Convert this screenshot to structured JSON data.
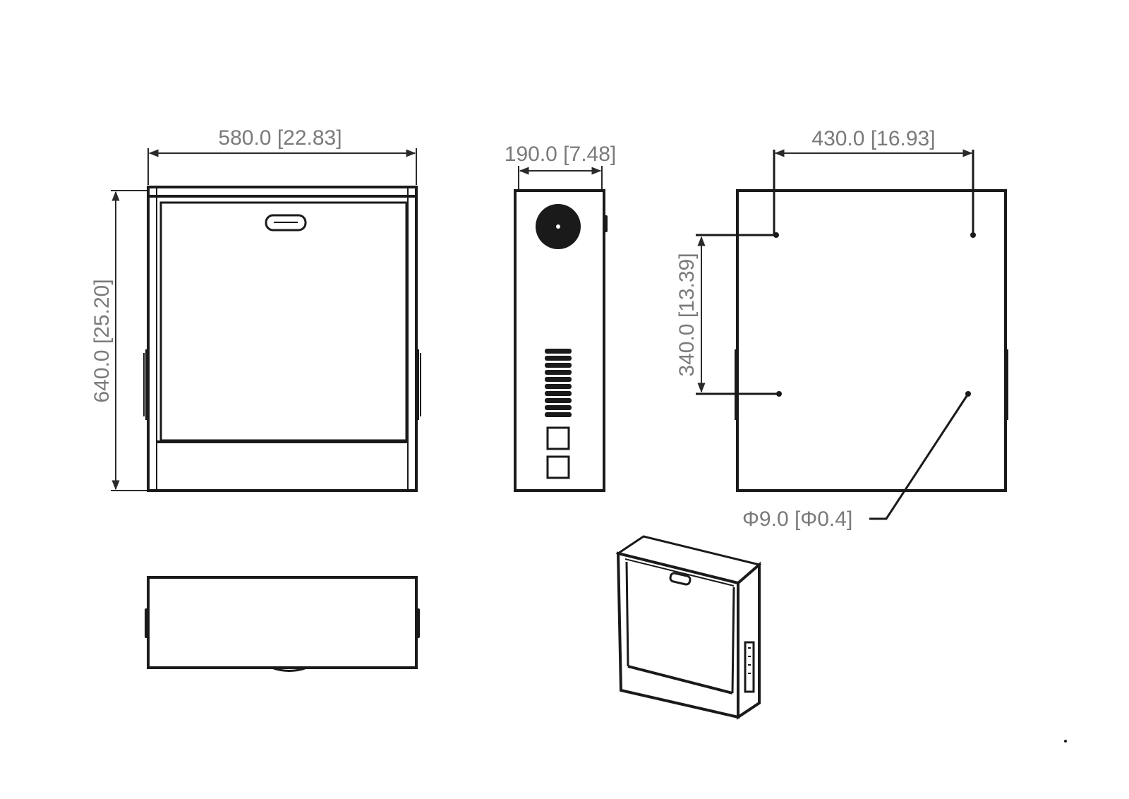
{
  "colors": {
    "line": "#1a1a1a",
    "dimension_text": "#7a7a7a",
    "background": "#ffffff"
  },
  "dimensions": {
    "front_width": "580.0 [22.83]",
    "front_height": "640.0 [25.20]",
    "side_depth": "190.0 [7.48]",
    "rear_hole_spacing_h": "430.0 [16.93]",
    "rear_hole_spacing_v": "340.0 [13.39]",
    "hole_diameter": "Φ9.0 [Φ0.4]"
  }
}
